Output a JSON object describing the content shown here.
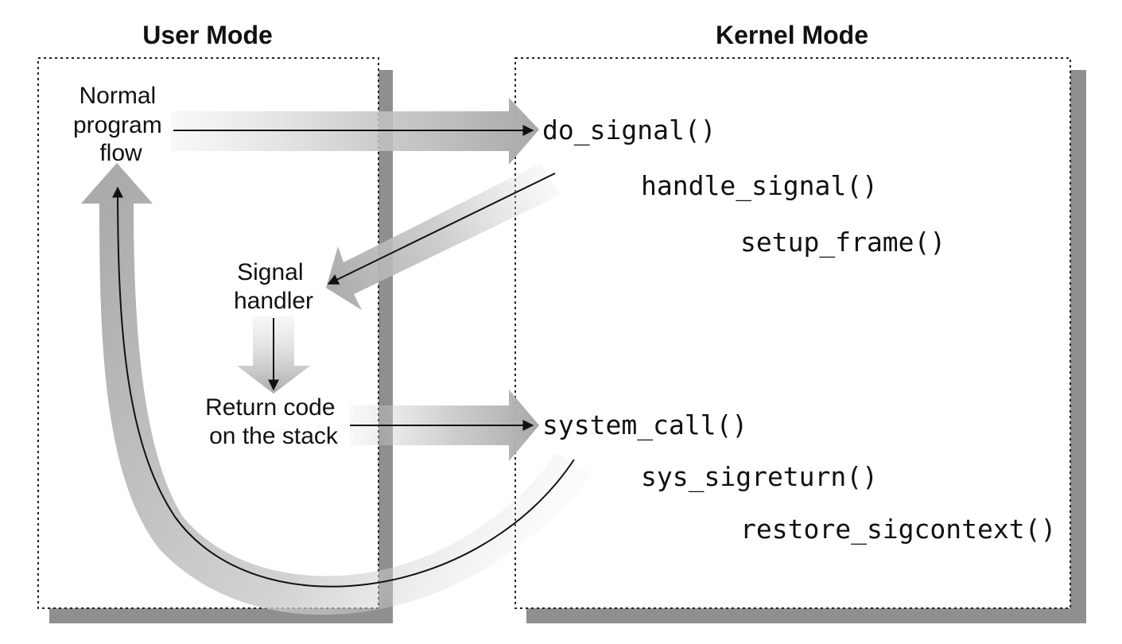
{
  "user_mode": {
    "title": "User Mode",
    "normal_flow": [
      "Normal",
      "program",
      "flow"
    ],
    "signal_handler": [
      "Signal",
      "handler"
    ],
    "return_code": [
      "Return code",
      "on the stack"
    ]
  },
  "kernel_mode": {
    "title": "Kernel Mode",
    "do_signal": "do_signal()",
    "handle_signal": "handle_signal()",
    "setup_frame": "setup_frame()",
    "system_call": "system_call()",
    "sys_sigreturn": "sys_sigreturn()",
    "restore_sigcontext": "restore_sigcontext()"
  }
}
